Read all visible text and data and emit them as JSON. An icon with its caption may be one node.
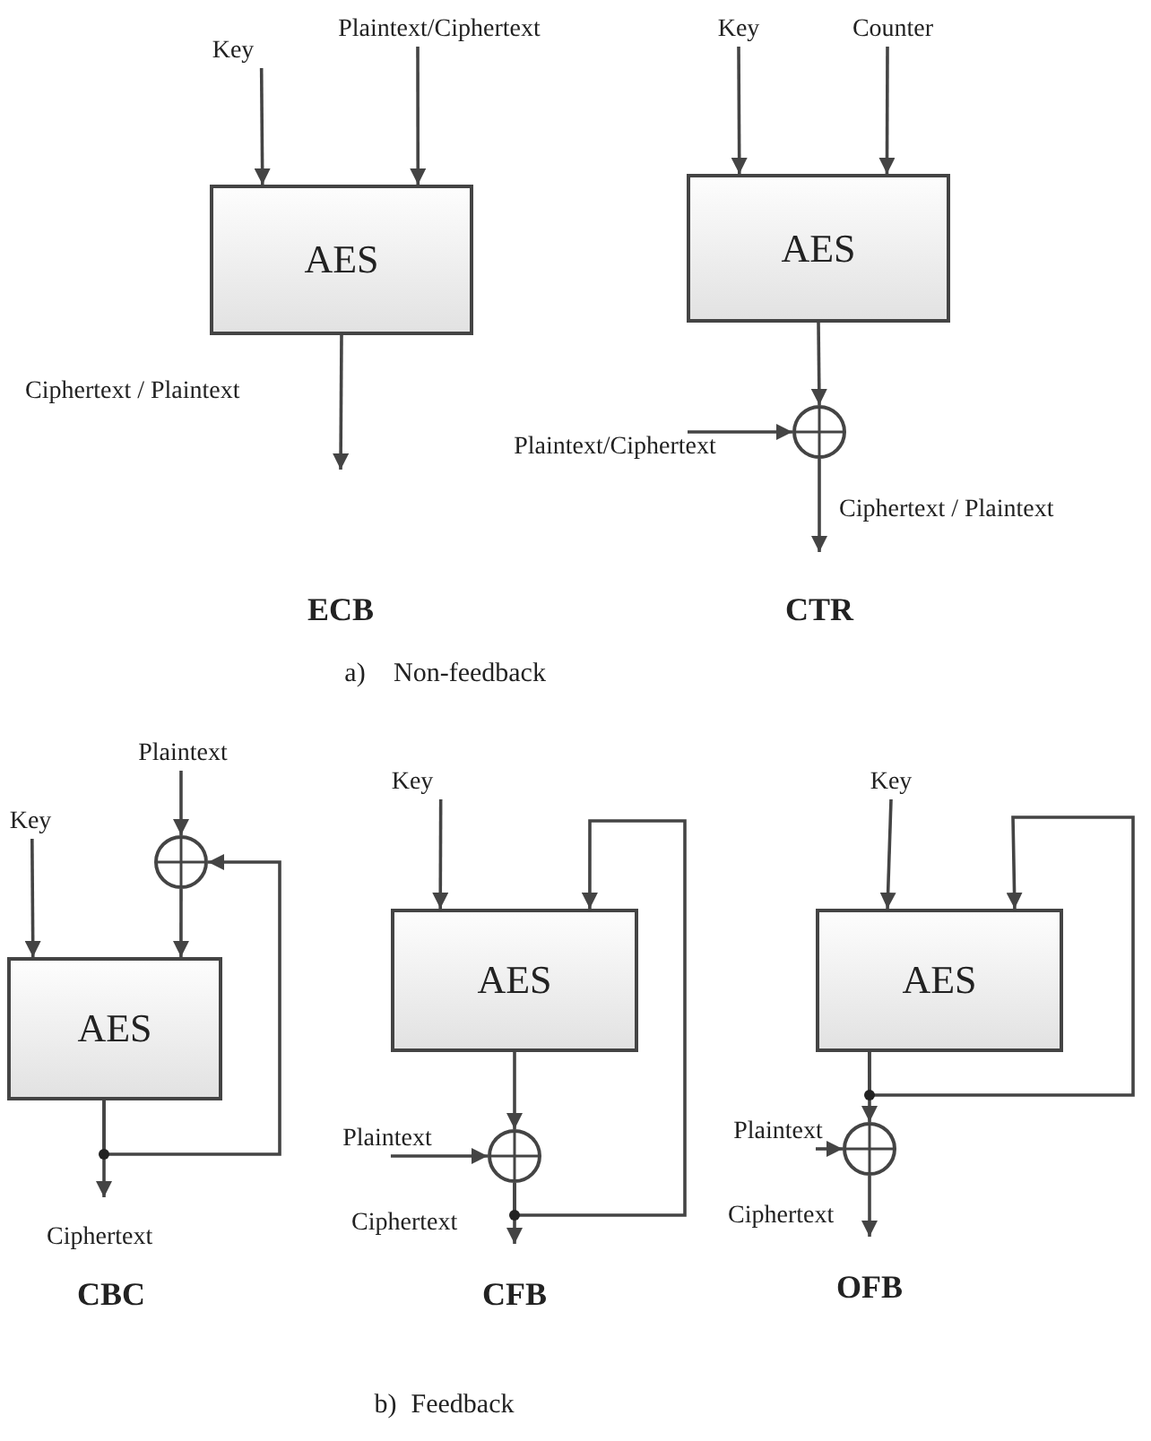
{
  "diagram": {
    "nodes": [
      {
        "text": [
          "Key"
        ]
      },
      {
        "text": [
          "Plaintext/Ciphertext"
        ]
      },
      {
        "text": [
          "AES"
        ]
      },
      {
        "text": [
          "Key"
        ]
      },
      {
        "text": [
          "Counter"
        ]
      },
      {
        "text": [
          "AES"
        ]
      },
      {
        "text": [],
        "shape": "circle"
      },
      {
        "text": [
          "Plaintext/Ciphertext"
        ]
      },
      {
        "text": [
          "Plaintext"
        ]
      },
      {
        "text": [
          "Key"
        ]
      },
      {
        "text": [],
        "shape": "circle"
      },
      {
        "text": [
          "AES"
        ]
      },
      {
        "text": [
          "Key"
        ]
      },
      {
        "text": [
          "AES"
        ]
      },
      {
        "text": [],
        "shape": "circle"
      },
      {
        "text": [
          "Plaintext"
        ]
      },
      {
        "text": [
          "Key"
        ]
      },
      {
        "text": [
          "AES"
        ]
      },
      {
        "text": [],
        "shape": "circle"
      },
      {
        "text": [
          "Plaintext"
        ]
      }
    ],
    "edges": [
      {
        "from": 0,
        "to": 2,
        "arrow": "to"
      },
      {
        "from": 1,
        "to": 2,
        "arrow": "to"
      },
      {
        "from": 2,
        "to": null,
        "arrow": "to",
        "label": "Ciphertext / Plaintext"
      },
      {
        "from": 3,
        "to": 5,
        "arrow": "to"
      },
      {
        "from": 4,
        "to": 5,
        "arrow": "to"
      },
      {
        "from": 5,
        "to": 6,
        "arrow": "to"
      },
      {
        "from": 7,
        "to": 6,
        "arrow": "to"
      },
      {
        "from": 6,
        "to": null,
        "arrow": "to",
        "label": "Ciphertext / Plaintext"
      },
      {
        "from": 9,
        "to": 11,
        "arrow": "to"
      },
      {
        "from": 8,
        "to": 10,
        "arrow": "to"
      },
      {
        "from": 10,
        "to": 11,
        "arrow": "to"
      },
      {
        "from": 11,
        "to": 10,
        "arrow": "to"
      },
      {
        "from": 11,
        "to": null,
        "arrow": "to",
        "label": "Ciphertext"
      },
      {
        "from": 12,
        "to": 13,
        "arrow": "to"
      },
      {
        "from": 13,
        "to": 14,
        "arrow": "to"
      },
      {
        "from": 15,
        "to": 14,
        "arrow": "to"
      },
      {
        "from": 14,
        "to": null,
        "arrow": "to",
        "label": "Ciphertext"
      },
      {
        "from": 14,
        "to": 13,
        "arrow": "to"
      },
      {
        "from": 16,
        "to": 17,
        "arrow": "to"
      },
      {
        "from": 17,
        "to": 18,
        "arrow": "to"
      },
      {
        "from": 19,
        "to": 18,
        "arrow": "to"
      },
      {
        "from": 18,
        "to": null,
        "arrow": "to",
        "label": "Ciphertext"
      },
      {
        "from": 17,
        "to": 17,
        "arrow": "to"
      }
    ],
    "labels": [
      "ECB",
      "CTR",
      "a)",
      "Non-feedback",
      "CBC",
      "CFB",
      "OFB",
      "b)",
      "Feedback"
    ]
  }
}
